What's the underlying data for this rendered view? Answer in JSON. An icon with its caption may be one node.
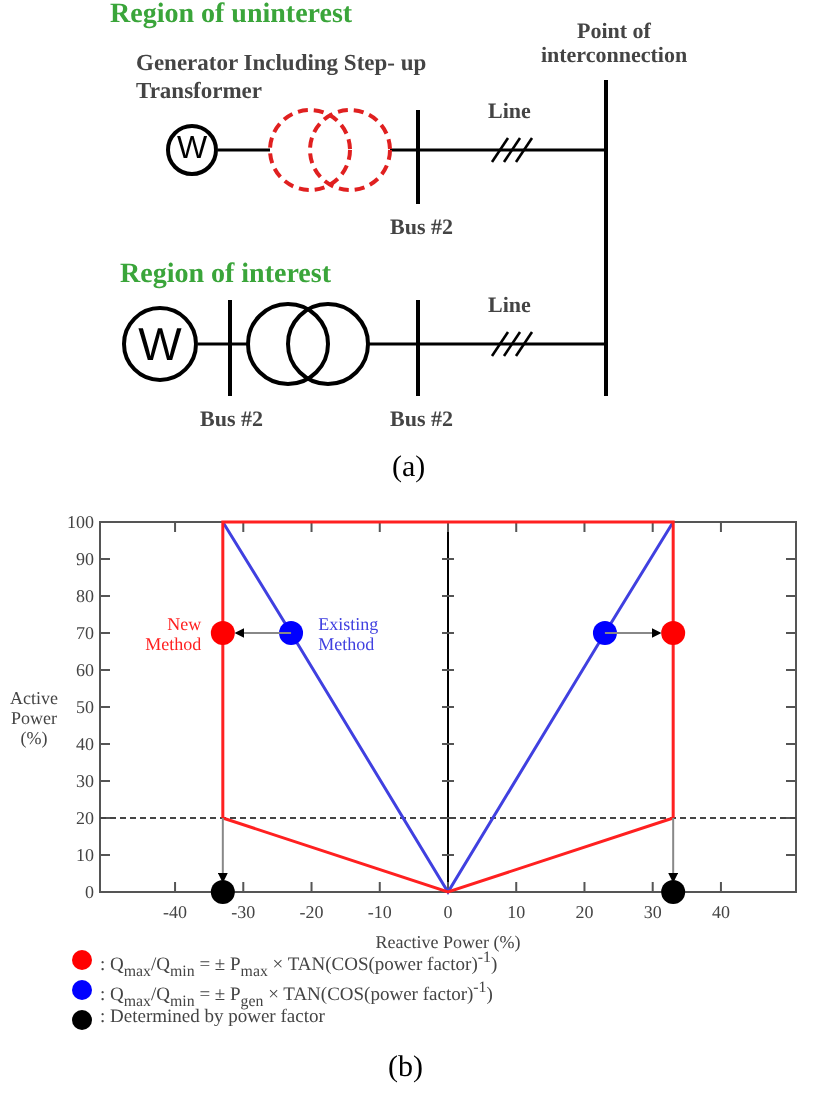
{
  "diagram": {
    "nodes": [
      {
        "text": [
          "W"
        ]
      },
      {
        "text": [],
        "shape": "transformer"
      },
      {
        "text": [],
        "shape": "bar",
        "beside": [
          "Bus #2"
        ]
      },
      {
        "text": [],
        "shape": "bar",
        "beside": [
          "Point of interconnection"
        ]
      },
      {
        "text": [
          "W"
        ]
      },
      {
        "text": [],
        "shape": "bar",
        "beside": [
          "Bus #2"
        ]
      },
      {
        "text": [],
        "shape": "transformer"
      },
      {
        "text": [],
        "shape": "bar",
        "beside": [
          "Bus #2"
        ]
      }
    ],
    "edges": [
      {
        "from": 0,
        "to": 1,
        "arrow": "none"
      },
      {
        "from": 1,
        "to": 2,
        "arrow": "none"
      },
      {
        "from": 2,
        "to": 3,
        "arrow": "none",
        "label": "Line"
      },
      {
        "from": 4,
        "to": 5,
        "arrow": "none"
      },
      {
        "from": 5,
        "to": 6,
        "arrow": "none"
      },
      {
        "from": 6,
        "to": 7,
        "arrow": "none"
      },
      {
        "from": 7,
        "to": 3,
        "arrow": "none",
        "label": "Line"
      }
    ],
    "labels": [
      "Region of uninterest",
      "Generator Including Step- up Transformer",
      "Region of interest",
      "(a)",
      "(b)"
    ],
    "legend": [
      {
        "text": ": Q$_{max}$/Q$_{min}$ = ± P$_{max}$ × TAN(COS(power factor)$^{-1}$)",
        "color": "#ff0000"
      },
      {
        "text": ": Q$_{max}$/Q$_{min}$ = ± P$_{gen}$ × TAN(COS(power factor)$^{-1}$)",
        "color": "#0000ff"
      },
      {
        "text": ": Determined by power factor",
        "color": "#000000"
      }
    ],
    "chart_data": {
      "type": "line",
      "xlabel": "Reactive Power (%)",
      "ylabel": "Active Power (%)",
      "x": [
        -33,
        -23,
        0,
        23,
        33
      ],
      "xlim": [
        -51,
        51
      ],
      "ylim": [
        0,
        100
      ],
      "xticks": [
        -40,
        -30,
        -20,
        -10,
        0,
        10,
        20,
        30,
        40
      ],
      "yticks": [
        0,
        10,
        20,
        30,
        40,
        50,
        60,
        70,
        80,
        90,
        100
      ],
      "series": [
        {
          "color": "#4040e0",
          "values": [
            100,
            70,
            0,
            70,
            100
          ]
        },
        {
          "color": "#ff2020",
          "values": [
            20,
            null,
            0,
            null,
            20
          ]
        },
        {
          "color": "#ff0000",
          "marker": "circle",
          "values": [
            70,
            null,
            null,
            null,
            70
          ]
        },
        {
          "color": "#0000ff",
          "marker": "circle",
          "values": [
            null,
            70,
            null,
            70,
            null
          ]
        },
        {
          "color": "#000000",
          "marker": "circle",
          "values": [
            0,
            null,
            null,
            null,
            0
          ]
        }
      ],
      "annotations": [
        "New Method",
        "Existing Method"
      ]
    }
  }
}
